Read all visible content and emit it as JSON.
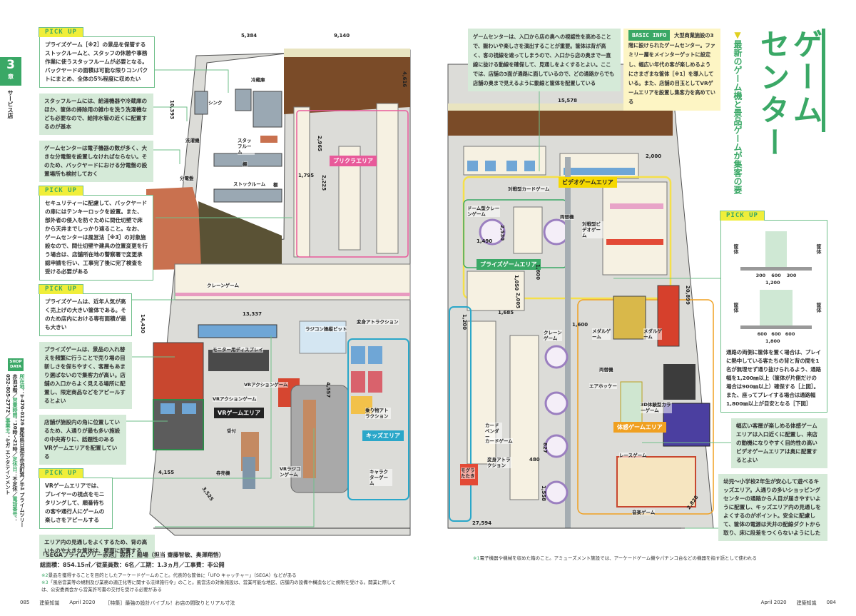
{
  "chapter": {
    "number": "3",
    "unit": "章",
    "section": "サービス店"
  },
  "title": {
    "main": "ゲーム センター",
    "subtitle": "最新のゲーム機と景品ゲームが集客の要"
  },
  "notes_left": [
    {
      "tag": "PICK UP",
      "text": "プライズゲーム［※2］の景品を保管するストックルームと、スタッフの休憩や事務作業に使うスタッフルームが必要となる。バックヤードの面積は可能な限りコンパクトにまとめ、全体の5%程度に収めたい"
    },
    {
      "text": "スタッフルームには、給湯機器や冷蔵庫のほか、筐体の掃除用の雑巾を洗う洗濯機なども必要なので、給排水管の近くに配置するのが基本"
    },
    {
      "text": "ゲームセンターは電子機器の数が多く、大きな分電盤を設置しなければならない。そのため、バックヤードにおける分電盤の設置場所も検討しておく"
    },
    {
      "tag": "PICK UP",
      "text": "セキュリティーに配慮して、バックヤードの扉にはテンキーロックを設置。また、部外者の侵入を防ぐために間仕切壁で床から天井までしっかり遮ること。なお、ゲームセンターは風営法［※3］の対象施設なので、間仕切壁や建具の位置変更を行う場合は、店舗所在地の警察署で変更承認申請を行い、工事完了後に完了検査を受ける必要がある"
    },
    {
      "tag": "PICK UP",
      "text": "プライズゲームは、近年人気が高く売上げの大きい筐体である。そのため店内における専有面積が最も大きい"
    },
    {
      "text": "プライズゲームは、景品の入れ替えを頻繁に行うことで売り場の目新しさを保ちやすく、客層もあまり選ばないので集客力が高い。店舗の入口からよく見える場所に配置し、限定商品などをアピールするとよい"
    },
    {
      "text": "店舗が施設内の角に位置しているため、人通りが最も多い施設の中央寄りに、話題性のあるVRゲームエリアを配置している"
    },
    {
      "tag": "PICK UP",
      "text": "VRゲームエリアでは、プレイヤーの視点をモニタリングして、順番待ちの客や通行人にゲームの楽しさをアピールする"
    },
    {
      "text": "エリア内の見通しをよくするため、背の高いものや大きな筐体は、壁面に配置する"
    }
  ],
  "notes_right": {
    "top": "ゲームセンターは、入口から店の奥への視認性を高めることで、賑わいや楽しさを演出することが重要。筐体は背が高く、客の視線を遮ってしまうので、入口から店の奥まで一直線に抜ける動線を確保して、見通しをよくするとよい。ここでは、店舗の3面が通路に面しているので、どの通路からでも店舗の奥まで見えるように動線と筐体を配置している",
    "basic_info_tag": "BASIC INFO",
    "basic_info": "大型商業施設の3階に設けられたゲームセンター。ファミリー層をメインターゲットに設定し、幅広い年代の客が楽しめるようにさまざまな筐体［※1］を導入している。また、店舗の目玉としてVRゲームエリアを設置し集客力を高めている",
    "pickup_tag": "PICK UP",
    "pickup_text": "通路の両側に筐体を置く場合は、プレイに熱中している客たちの背と背の間を1名が無理せず通り抜けられるよう、通路幅を1,200㎜以上（筐体が片側だけの場合は900㎜以上）確保する［上図］。また、座ってプレイする場合は通路幅1,800㎜以上が目安となる［下図］",
    "diagram": {
      "cabinet": "筐体",
      "top_dims": [
        "300",
        "600",
        "300",
        "1,200"
      ],
      "bottom_dims": [
        "600",
        "600",
        "600",
        "1,800"
      ]
    },
    "note2": "幅広い客層が楽しめる体感ゲームエリアは入口近くに配置し、来店の動機になりやすく目的性の高いビデオゲームエリアは奥に配置するとよい",
    "note3": "幼児～小学校2年生が安心して遊べるキッズエリア。人通りの多いショッピングセンターの通路から人目が届きやすいように配置し、キッズエリア内の見通しをよくするのがポイント。安全に配慮して、筐体の電源は天井の配線ダクトから取り、床に段差をつくらないようにした"
  },
  "shop_data": {
    "tag": "SHOP DATA",
    "k1": "所在地",
    "v1": "：〒470-0126 愛知県日進市赤池町箕ノ手1 プライムツリー赤池3階／",
    "k2": "営業時間",
    "v2": "：10時～21時／",
    "k3": "定休日",
    "v3": "：不定休／",
    "k4": "電話番号",
    "v4": "：052-805-2772／",
    "k5": "事業主",
    "v5": "：セガ エンタテインメント"
  },
  "plan": {
    "areas": {
      "purikura": "プリクラエリア",
      "vr": "VRゲームエリア",
      "kids": "キッズエリア",
      "video": "ビデオゲームエリア",
      "prize": "プライズゲームエリア",
      "taikan": "体感ゲームエリア"
    },
    "labels": {
      "fridge": "冷蔵庫",
      "sink": "シンク",
      "washer": "洗濯機",
      "staff_room": "スタッフルーム",
      "shelf1": "棚",
      "panel": "分電盤",
      "stock_room": "ストックルーム",
      "shelf2": "棚",
      "crane1": "クレーンゲーム",
      "monitor": "モニター用ディスプレイ",
      "vr_action1": "VRアクションゲーム",
      "vr_action2": "VRアクションゲーム",
      "rc_pit": "ラジコン操縦ピット",
      "henshin1": "変身アトラクション",
      "ride": "乗り物アトラクション",
      "reception": "受付",
      "ticket": "券売機",
      "vr_rc": "VRラジコンゲーム",
      "character": "キャラクターゲーム",
      "card_battle": "対戦型カードゲーム",
      "dome_crane": "ドーム型クレーンゲーム",
      "changer1": "両替機",
      "video_battle": "対戦型ビデオゲーム",
      "medal1": "メダルゲーム",
      "medal2": "メダルゲーム",
      "changer2": "両替機",
      "air_hockey": "エアホッケー",
      "color3d": "3D体験型カラーゲーム",
      "crane2": "クレーンゲーム",
      "card_vendor": "カードベンダー",
      "card_game": "カードゲーム",
      "henshin2": "変身アトラクション",
      "mogura": "モグラたたき",
      "race": "レースゲーム",
      "music": "音楽ゲーム"
    },
    "dims": {
      "d5384": "5,384",
      "d9140": "9,140",
      "d10393": "10,393",
      "d4616": "4,616",
      "d2965": "2,965",
      "d1795": "1,795",
      "d2225": "2,225",
      "d13337": "13,337",
      "d14430": "14,430",
      "d4155": "4,155",
      "d3525": "3,525",
      "d4557": "4,557",
      "d15578": "15,578",
      "d2000": "2,000",
      "d1490": "1,490",
      "d2530": "2,530",
      "d1600a": "1,600",
      "d1050": "1,050",
      "d2005": "2,005",
      "d1685": "1,685",
      "d1200": "1,200",
      "d1600b": "1,600",
      "d827": "827",
      "d480": "480",
      "d1558": "1,558",
      "d27594": "27,594",
      "d2828": "2,828",
      "d20899": "20,899"
    }
  },
  "credits": {
    "line1": "「SEGAプライムツリー赤池」設計：船場（担当 齋藤智敏、奥澤翔悟）",
    "line2": "総面積：854.15㎡／従業員数：6名／工期：1.3ヵ月／工事費：非公開",
    "fn2_mark": "※2",
    "fn2": "景品を獲得することを目的としたアーケードゲームのこと。代表的な筐体に「UFO キャッチャー」（SEGA）などがある",
    "fn3_mark": "※3",
    "fn3": "「風俗営業等の規制及び業務の適正化等に関する法律施行令」のこと。風営法の対象施設は、営業可能な地区、店舗内の設備や構造などに規制を受ける。開業に際しては、公安委員会から営業許可書の交付を受ける必要がある",
    "fn1_mark": "※1",
    "fn1": "電子機器や機械を収めた箱のこと。アミューズメント施設では、アーケードゲーム機やパチンコ台などの機器を指す語として使われる"
  },
  "footer": {
    "left_page": "085",
    "magazine": "建築知識",
    "issue": "April 2020",
    "feature": "［特集］最強の設計バイブル！お店の間取りとリアル寸法",
    "right_page": "084"
  }
}
